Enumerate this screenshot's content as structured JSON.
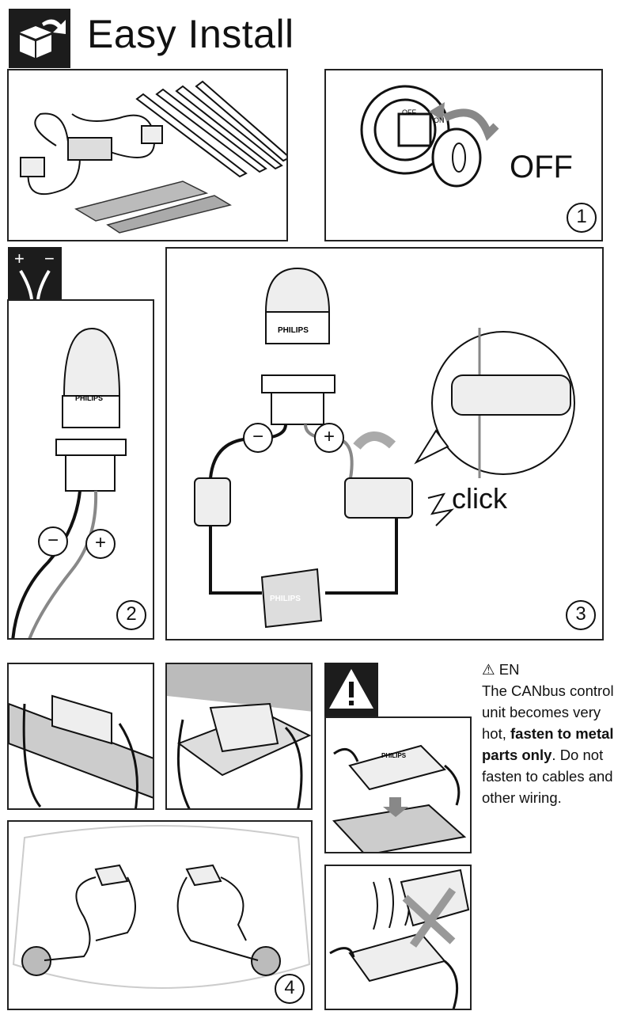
{
  "header": {
    "title": "Easy Install",
    "icon": "box-install-icon"
  },
  "panel1": {
    "off_label": "OFF",
    "step": "1",
    "off_small": "OFF",
    "on_small": "ON"
  },
  "panel2": {
    "step": "2",
    "minus": "−",
    "plus": "+",
    "brand": "PHILIPS",
    "polarity_plus": "+",
    "polarity_minus": "−"
  },
  "panel3": {
    "step": "3",
    "click_label": "click",
    "minus": "−",
    "plus": "+",
    "brand": "PHILIPS"
  },
  "panel4": {
    "step": "4"
  },
  "warning": {
    "lang": "EN",
    "text_1": "The CANbus control unit becomes very hot, ",
    "text_bold": "fasten to metal parts only",
    "text_2": ". Do not fasten to cables and other wiring.",
    "brand": "PHILIPS"
  }
}
